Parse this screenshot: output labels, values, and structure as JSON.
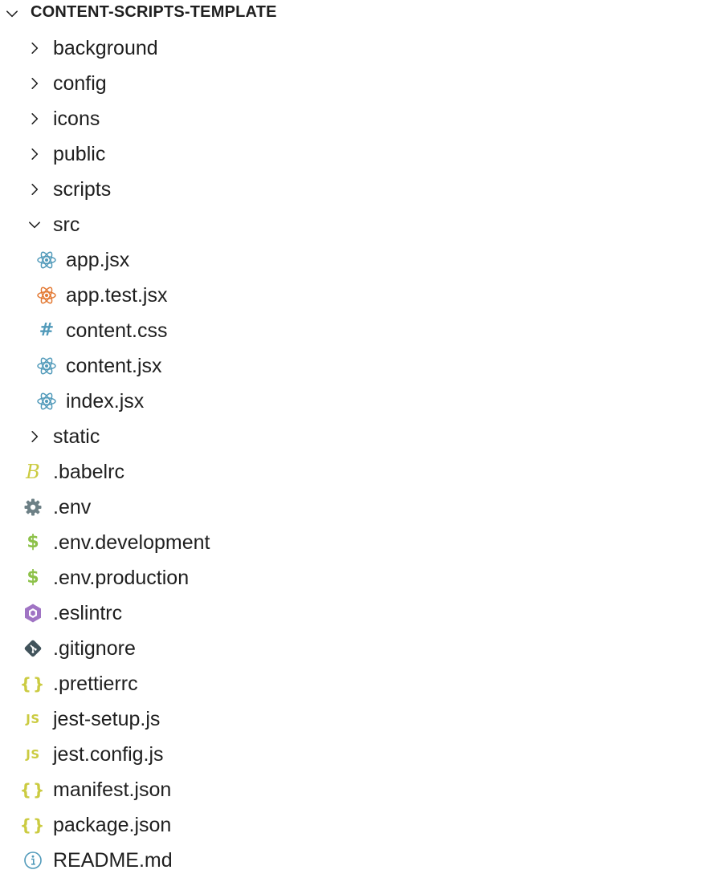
{
  "explorer": {
    "section_title": "CONTENT-SCRIPTS-TEMPLATE",
    "items": [
      {
        "label": "background",
        "kind": "folder",
        "expanded": false,
        "icon": "chevron-right-icon"
      },
      {
        "label": "config",
        "kind": "folder",
        "expanded": false,
        "icon": "chevron-right-icon"
      },
      {
        "label": "icons",
        "kind": "folder",
        "expanded": false,
        "icon": "chevron-right-icon"
      },
      {
        "label": "public",
        "kind": "folder",
        "expanded": false,
        "icon": "chevron-right-icon"
      },
      {
        "label": "scripts",
        "kind": "folder",
        "expanded": false,
        "icon": "chevron-right-icon"
      },
      {
        "label": "src",
        "kind": "folder",
        "expanded": true,
        "icon": "chevron-down-icon"
      },
      {
        "label": "app.jsx",
        "kind": "file",
        "icon": "react-icon",
        "color": "#519aba"
      },
      {
        "label": "app.test.jsx",
        "kind": "file",
        "icon": "react-test-icon",
        "color": "#e37933"
      },
      {
        "label": "content.css",
        "kind": "file",
        "icon": "css-hash-icon",
        "color": "#519aba"
      },
      {
        "label": "content.jsx",
        "kind": "file",
        "icon": "react-icon",
        "color": "#519aba"
      },
      {
        "label": "index.jsx",
        "kind": "file",
        "icon": "react-icon",
        "color": "#519aba"
      },
      {
        "label": "static",
        "kind": "folder",
        "expanded": false,
        "icon": "chevron-right-icon"
      },
      {
        "label": ".babelrc",
        "kind": "file",
        "icon": "babel-icon",
        "color": "#cbcb41"
      },
      {
        "label": ".env",
        "kind": "file",
        "icon": "gear-icon",
        "color": "#6d8086"
      },
      {
        "label": ".env.development",
        "kind": "file",
        "icon": "dollar-icon",
        "color": "#8dc149"
      },
      {
        "label": ".env.production",
        "kind": "file",
        "icon": "dollar-icon",
        "color": "#8dc149"
      },
      {
        "label": ".eslintrc",
        "kind": "file",
        "icon": "eslint-icon",
        "color": "#a074c4"
      },
      {
        "label": ".gitignore",
        "kind": "file",
        "icon": "git-icon",
        "color": "#41535b"
      },
      {
        "label": ".prettierrc",
        "kind": "file",
        "icon": "braces-icon",
        "color": "#cbcb41"
      },
      {
        "label": "jest-setup.js",
        "kind": "file",
        "icon": "js-icon",
        "color": "#cbcb41"
      },
      {
        "label": "jest.config.js",
        "kind": "file",
        "icon": "js-icon",
        "color": "#cbcb41"
      },
      {
        "label": "manifest.json",
        "kind": "file",
        "icon": "braces-icon",
        "color": "#cbcb41"
      },
      {
        "label": "package.json",
        "kind": "file",
        "icon": "braces-icon",
        "color": "#cbcb41"
      },
      {
        "label": "README.md",
        "kind": "file",
        "icon": "info-icon",
        "color": "#519aba"
      }
    ]
  }
}
